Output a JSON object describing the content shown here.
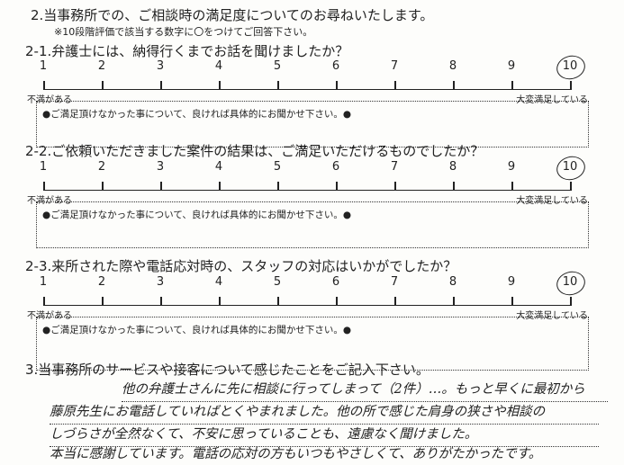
{
  "section2": {
    "title": "2.当事務所での、ご相談時の満足度についてのお尋ねいたします。",
    "note": "※10段階評価で該当する数字に〇をつけてご回答下さい。"
  },
  "questions": [
    {
      "title": "2-1.弁護士には、納得行くまでお話を聞けましたか？",
      "selected": 10
    },
    {
      "title": "2-2.ご依頼いただきました案件の結果は、ご満足いただけるものでしたか？",
      "selected": 10
    },
    {
      "title": "2-3.来所された際や電話応対時の、スタッフの対応はいかがでしたか？",
      "selected": 10
    }
  ],
  "scale": {
    "numbers": [
      "1",
      "2",
      "3",
      "4",
      "5",
      "6",
      "7",
      "8",
      "9",
      "10"
    ],
    "low_label": "不満がある",
    "high_label": "大変満足している"
  },
  "box_hint": "●ご満足頂けなかった事について、良ければ具体的にお聞かせ下さい。●",
  "section3": {
    "title": "3.当事務所のサービスや接客について感じたことをご記入下さい。",
    "lines": [
      "他の弁護士さんに先に相談に行ってしまって（2件）…。もっと早くに最初から",
      "藤原先生にお電話していればとくやまれました。他の所で感じた肩身の狭さや相談の",
      "しづらさが全然なくて、不安に思っていることも、遠慮なく聞けました。",
      "本当に感謝しています。電話の応対の方もいつもやさしくて、ありがたかったです。"
    ]
  }
}
